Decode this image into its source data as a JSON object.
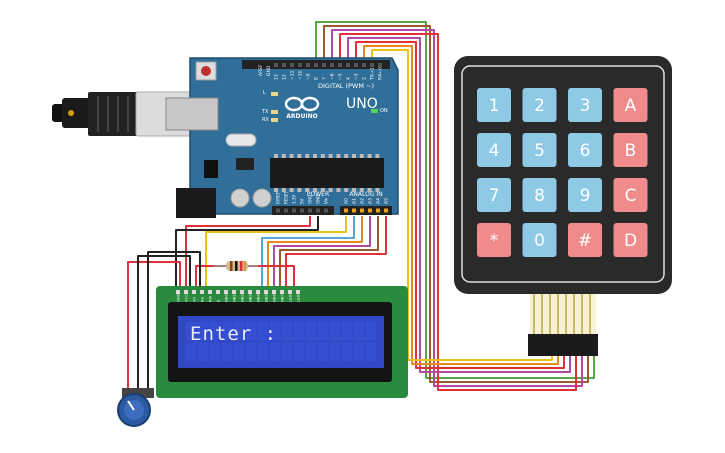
{
  "arduino": {
    "brand": "ARDUINO",
    "model": "UNO",
    "digital_label": "DIGITAL (PWM ~)",
    "power_label": "POWER",
    "analog_label": "ANALOG IN",
    "on_label": "ON",
    "tx_label": "TX",
    "rx_label": "RX",
    "l_label": "L",
    "aref_label": "AREF",
    "gnd_label": "GND",
    "digital_pins": [
      "13",
      "12",
      "~11",
      "~10",
      "~9",
      "8",
      "7",
      "~6",
      "~5",
      "4",
      "~3",
      "2",
      "TX→1",
      "RX←0"
    ],
    "power_pins": [
      "IOREF",
      "RESET",
      "3.3V",
      "5V",
      "GND",
      "GND",
      "Vin"
    ],
    "analog_pins": [
      "A0",
      "A1",
      "A2",
      "A3",
      "A4",
      "A5"
    ]
  },
  "keypad": {
    "keys": [
      [
        "1",
        "2",
        "3",
        "A"
      ],
      [
        "4",
        "5",
        "6",
        "B"
      ],
      [
        "7",
        "8",
        "9",
        "C"
      ],
      [
        "*",
        "0",
        "#",
        "D"
      ]
    ],
    "colors": {
      "number": "#8ec9e6",
      "letter": "#f08b8b",
      "body": "#2a2a2a"
    }
  },
  "lcd": {
    "text": "Enter :",
    "pin_labels": [
      "GND",
      "VCC",
      "V0",
      "RS",
      "RW",
      "E",
      "DB0",
      "DB1",
      "DB2",
      "DB3",
      "DB4",
      "DB5",
      "DB6",
      "DB7",
      "LED",
      "LED"
    ],
    "colors": {
      "board": "#2a8a3e",
      "screen": "#3148c8",
      "text": "#e8ecff"
    }
  },
  "wire_colors": [
    "#57a845",
    "#9b5a2e",
    "#b04aa6",
    "#e0303a",
    "#e68a1f",
    "#e6c21f",
    "#55a9d6",
    "#222222"
  ]
}
